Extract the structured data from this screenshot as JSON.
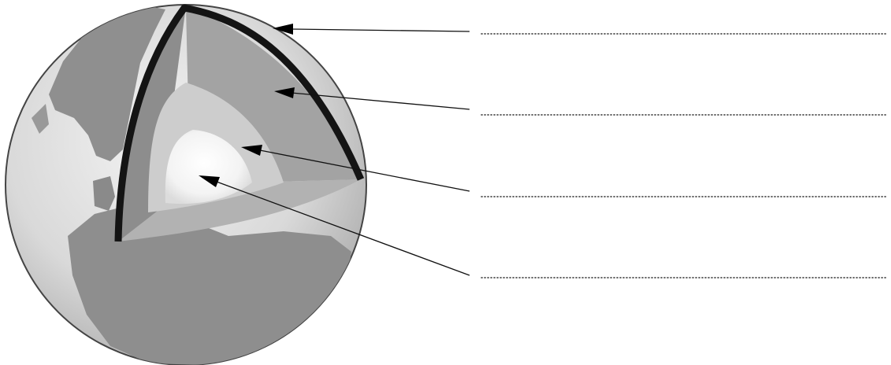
{
  "figure": {
    "subject": "cutaway-earth-layers",
    "layers": [
      {
        "id": "crust",
        "color": "#1a1a1a"
      },
      {
        "id": "mantle",
        "color": "#9a9a9a"
      },
      {
        "id": "outer-core",
        "color": "#cfcfcf"
      },
      {
        "id": "inner-core",
        "color": "#f7f7f7"
      }
    ],
    "answer_lines": [
      {
        "target": "crust",
        "text": ""
      },
      {
        "target": "mantle",
        "text": ""
      },
      {
        "target": "outer-core",
        "text": ""
      },
      {
        "target": "inner-core",
        "text": ""
      }
    ]
  }
}
